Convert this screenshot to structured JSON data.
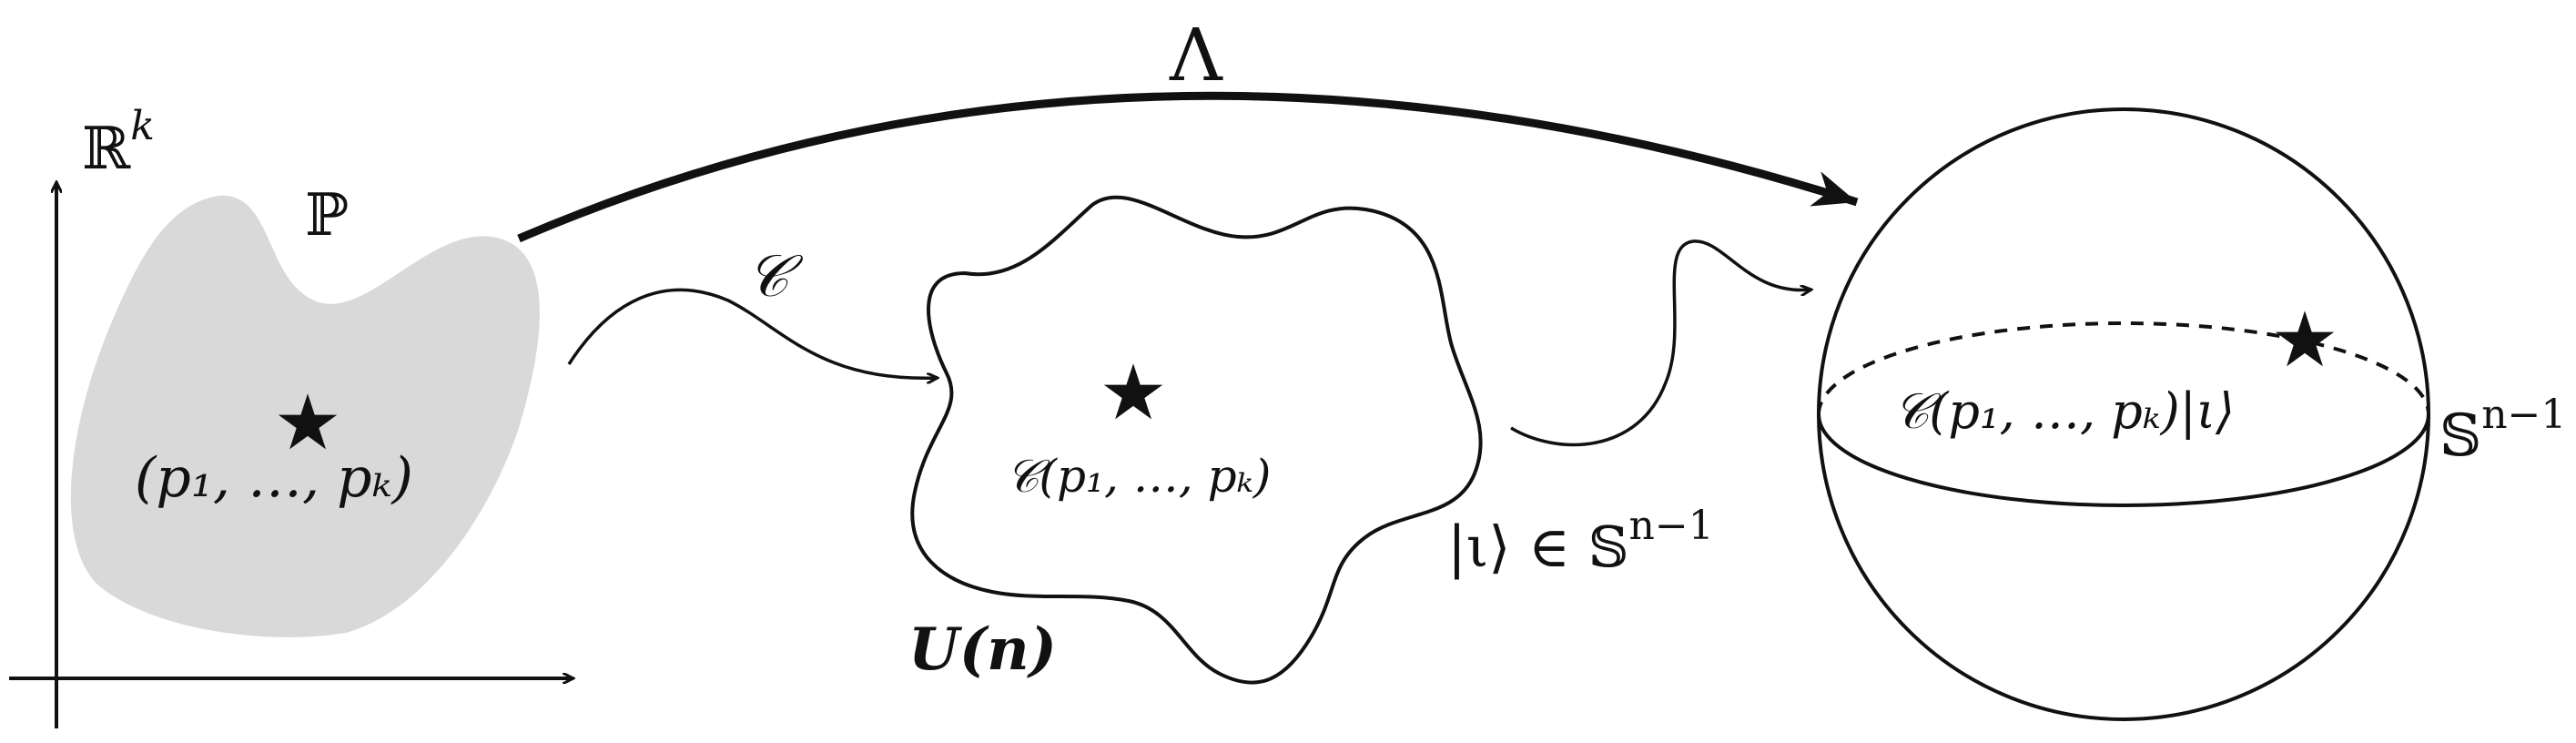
{
  "colors": {
    "ink": "#111111",
    "region_fill": "#d9d9d9",
    "background": "#ffffff"
  },
  "labels": {
    "space": "ℝ",
    "space_exp": "k",
    "region": "ℙ",
    "point": "(p₁, …, pₖ)",
    "map_c": "𝒞",
    "map_lambda": "Λ",
    "unitary_point": "𝒞(p₁, …, pₖ)",
    "unitary_group": "U(n)",
    "input_state": "|ι⟩ ∈ 𝕊",
    "input_state_exp": "n−1",
    "sphere_point": "𝒞(p₁, …, pₖ)|ι⟩",
    "sphere": "𝕊",
    "sphere_exp": "n−1"
  },
  "icons": {
    "star": "★"
  }
}
